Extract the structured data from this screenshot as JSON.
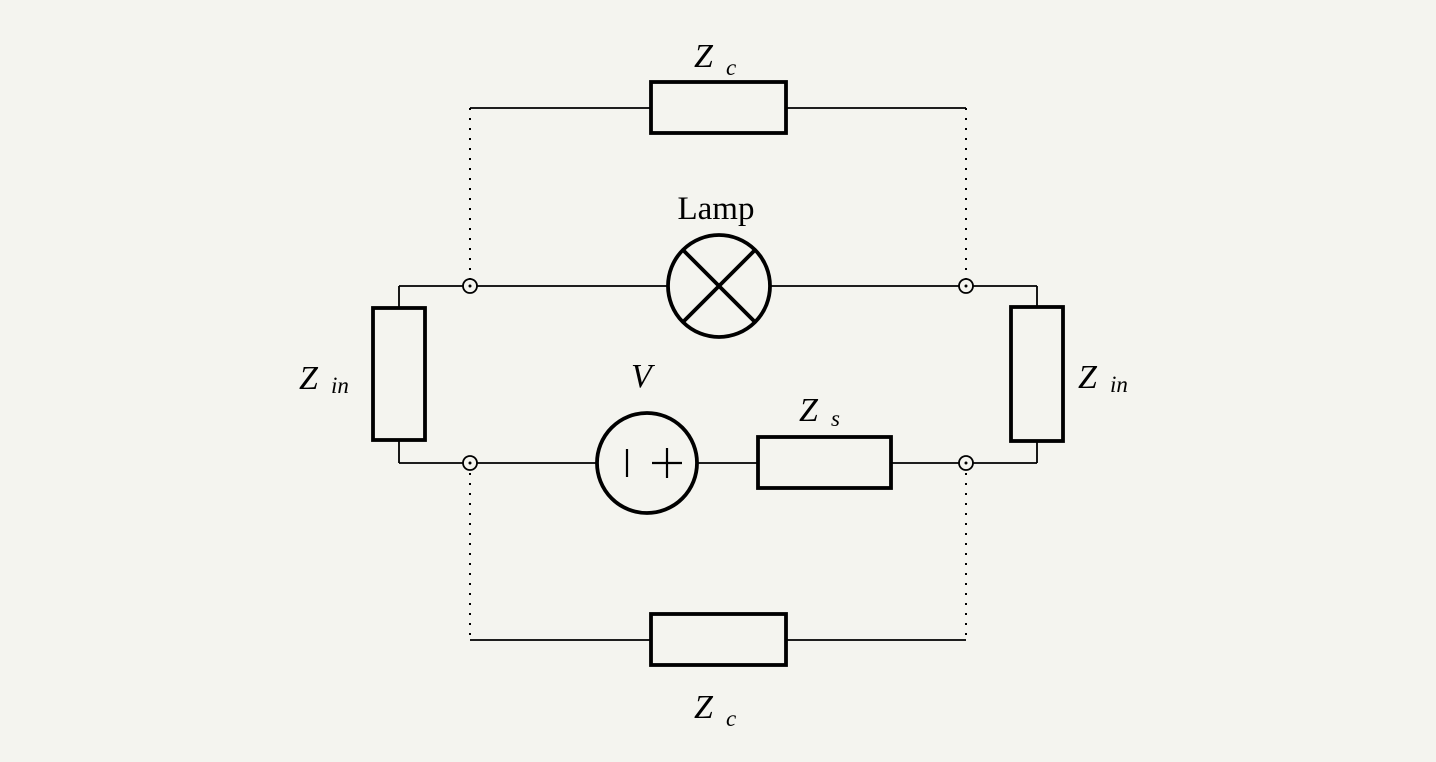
{
  "labels": {
    "coupling_impedance_top": {
      "main": "Z",
      "sub": "c"
    },
    "coupling_impedance_bottom": {
      "main": "Z",
      "sub": "c"
    },
    "input_impedance_left": {
      "main": "Z",
      "sub": "in"
    },
    "input_impedance_right": {
      "main": "Z",
      "sub": "in"
    },
    "series_impedance": {
      "main": "Z",
      "sub": "s"
    },
    "lamp": "Lamp",
    "voltage_source": "V"
  },
  "icons": {
    "lamp_symbol": "circle-with-diagonal-cross",
    "voltage_source_symbol": "circle-with-minus-plus",
    "terminal_symbol": "small-open-circle",
    "minus_terminal": "|",
    "plus_terminal": "+"
  },
  "colors": {
    "background": "#f4f4ef",
    "stroke": "#000000"
  }
}
